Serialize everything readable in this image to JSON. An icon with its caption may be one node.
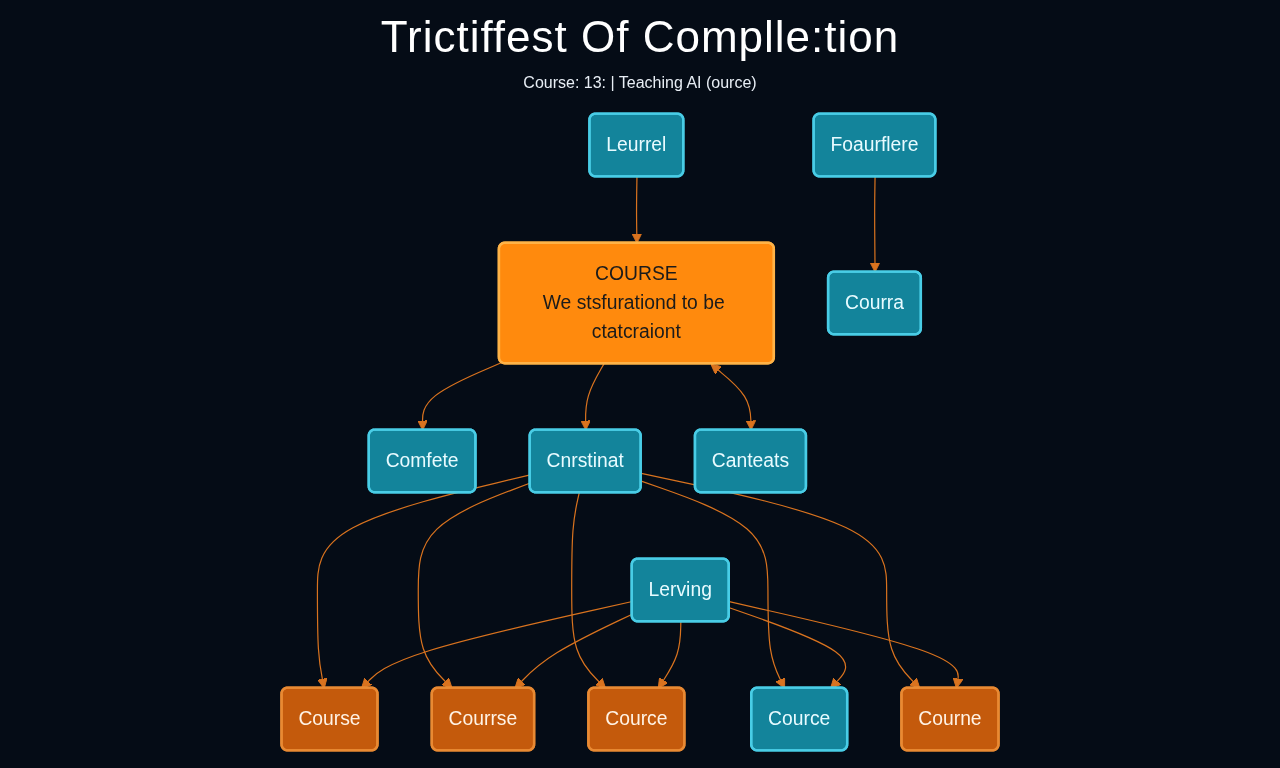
{
  "diagram": {
    "title": "Trictiffest Of Complle:tion",
    "nodes": [
      {
        "text": [
          "Leurrel"
        ]
      },
      {
        "text": [
          "COURSE",
          "We stsfurationd to be ctatcraiont"
        ]
      },
      {
        "text": [
          "Comfete"
        ]
      },
      {
        "text": [
          "Foaurflere"
        ]
      },
      {
        "text": [
          "Courra"
        ]
      },
      {
        "text": [
          "Cnrstinat"
        ]
      },
      {
        "text": [
          "Canteats"
        ]
      },
      {
        "text": [
          "Lerving"
        ]
      },
      {
        "text": [
          "Course"
        ]
      },
      {
        "text": [
          "Courrse"
        ]
      },
      {
        "text": [
          "Cource"
        ]
      },
      {
        "text": [
          "Cource"
        ]
      },
      {
        "text": [
          "Courne"
        ]
      }
    ],
    "edges": [
      {
        "from": 0,
        "to": 1,
        "arrow": "to"
      },
      {
        "from": 1,
        "to": 2,
        "arrow": "to"
      },
      {
        "from": 3,
        "to": 4,
        "arrow": "to"
      },
      {
        "from": 1,
        "to": 5,
        "arrow": "to"
      },
      {
        "from": 1,
        "to": 6,
        "arrow": "both"
      },
      {
        "from": 5,
        "to": 8,
        "arrow": "to"
      },
      {
        "from": 5,
        "to": 9,
        "arrow": "to"
      },
      {
        "from": 5,
        "to": 10,
        "arrow": "to"
      },
      {
        "from": 5,
        "to": 11,
        "arrow": "to"
      },
      {
        "from": 5,
        "to": 12,
        "arrow": "to"
      },
      {
        "from": 7,
        "to": 8,
        "arrow": "to"
      },
      {
        "from": 7,
        "to": 9,
        "arrow": "to"
      },
      {
        "from": 7,
        "to": 10,
        "arrow": "to"
      },
      {
        "from": 7,
        "to": 11,
        "arrow": "to"
      },
      {
        "from": 7,
        "to": 12,
        "arrow": "to"
      }
    ],
    "labels": [
      "Course: 13: | Teaching AI (ource)"
    ]
  }
}
